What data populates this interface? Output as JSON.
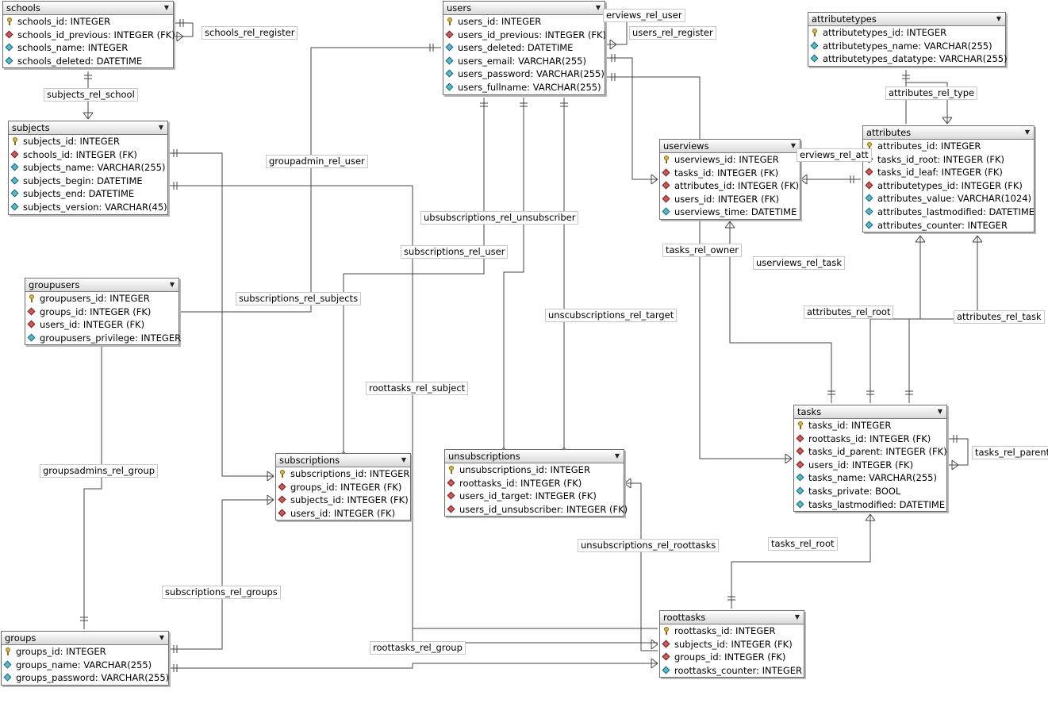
{
  "tables": [
    {
      "id": "schools",
      "name": "schools",
      "fields": [
        {
          "icon": "key",
          "text": "schools_id: INTEGER"
        },
        {
          "icon": "fk",
          "text": "schools_id_previous: INTEGER (FK)"
        },
        {
          "icon": "col",
          "text": "schools_name: INTEGER"
        },
        {
          "icon": "col",
          "text": "schools_deleted: DATETIME"
        }
      ]
    },
    {
      "id": "subjects",
      "name": "subjects",
      "fields": [
        {
          "icon": "key",
          "text": "subjects_id: INTEGER"
        },
        {
          "icon": "fk",
          "text": "schools_id: INTEGER (FK)"
        },
        {
          "icon": "col",
          "text": "subjects_name: VARCHAR(255)"
        },
        {
          "icon": "col",
          "text": "subjects_begin: DATETIME"
        },
        {
          "icon": "col",
          "text": "subjects_end: DATETIME"
        },
        {
          "icon": "col",
          "text": "subjects_version: VARCHAR(45)"
        }
      ]
    },
    {
      "id": "groupusers",
      "name": "groupusers",
      "fields": [
        {
          "icon": "key",
          "text": "groupusers_id: INTEGER"
        },
        {
          "icon": "fk",
          "text": "groups_id: INTEGER (FK)"
        },
        {
          "icon": "fk",
          "text": "users_id: INTEGER (FK)"
        },
        {
          "icon": "col",
          "text": "groupusers_privilege: INTEGER"
        }
      ]
    },
    {
      "id": "groups",
      "name": "groups",
      "fields": [
        {
          "icon": "key",
          "text": "groups_id: INTEGER"
        },
        {
          "icon": "col",
          "text": "groups_name: VARCHAR(255)"
        },
        {
          "icon": "col",
          "text": "groups_password: VARCHAR(255)"
        }
      ]
    },
    {
      "id": "users",
      "name": "users",
      "fields": [
        {
          "icon": "key",
          "text": "users_id: INTEGER"
        },
        {
          "icon": "fk",
          "text": "users_id_previous: INTEGER (FK)"
        },
        {
          "icon": "col",
          "text": "users_deleted: DATETIME"
        },
        {
          "icon": "col",
          "text": "users_email: VARCHAR(255)"
        },
        {
          "icon": "col",
          "text": "users_password: VARCHAR(255)"
        },
        {
          "icon": "col",
          "text": "users_fullname: VARCHAR(255)"
        }
      ]
    },
    {
      "id": "subscriptions",
      "name": "subscriptions",
      "fields": [
        {
          "icon": "key",
          "text": "subscriptions_id: INTEGER"
        },
        {
          "icon": "fk",
          "text": "groups_id: INTEGER (FK)"
        },
        {
          "icon": "fk",
          "text": "subjects_id: INTEGER (FK)"
        },
        {
          "icon": "fk",
          "text": "users_id: INTEGER (FK)"
        }
      ]
    },
    {
      "id": "unsubscriptions",
      "name": "unsubscriptions",
      "fields": [
        {
          "icon": "key",
          "text": "unsubscriptions_id: INTEGER"
        },
        {
          "icon": "fk",
          "text": "roottasks_id: INTEGER (FK)"
        },
        {
          "icon": "fk",
          "text": "users_id_target: INTEGER (FK)"
        },
        {
          "icon": "fk",
          "text": "users_id_unsubscriber: INTEGER (FK)"
        }
      ]
    },
    {
      "id": "attributetypes",
      "name": "attributetypes",
      "fields": [
        {
          "icon": "key",
          "text": "attributetypes_id: INTEGER"
        },
        {
          "icon": "col",
          "text": "attributetypes_name: VARCHAR(255)"
        },
        {
          "icon": "col",
          "text": "attributetypes_datatype: VARCHAR(255)"
        }
      ]
    },
    {
      "id": "userviews",
      "name": "userviews",
      "fields": [
        {
          "icon": "key",
          "text": "userviews_id: INTEGER"
        },
        {
          "icon": "fk",
          "text": "tasks_id: INTEGER (FK)"
        },
        {
          "icon": "fk",
          "text": "attributes_id: INTEGER (FK)"
        },
        {
          "icon": "fk",
          "text": "users_id: INTEGER (FK)"
        },
        {
          "icon": "col",
          "text": "userviews_time: DATETIME"
        }
      ]
    },
    {
      "id": "attributes",
      "name": "attributes",
      "fields": [
        {
          "icon": "key",
          "text": "attributes_id: INTEGER"
        },
        {
          "icon": "fk",
          "text": "tasks_id_root: INTEGER (FK)"
        },
        {
          "icon": "fk",
          "text": "tasks_id_leaf: INTEGER (FK)"
        },
        {
          "icon": "fk",
          "text": "attributetypes_id: INTEGER (FK)"
        },
        {
          "icon": "col",
          "text": "attributes_value: VARCHAR(1024)"
        },
        {
          "icon": "col",
          "text": "attributes_lastmodified: DATETIME"
        },
        {
          "icon": "col",
          "text": "attributes_counter: INTEGER"
        }
      ]
    },
    {
      "id": "tasks",
      "name": "tasks",
      "fields": [
        {
          "icon": "key",
          "text": "tasks_id: INTEGER"
        },
        {
          "icon": "fk",
          "text": "roottasks_id: INTEGER (FK)"
        },
        {
          "icon": "fk",
          "text": "tasks_id_parent: INTEGER (FK)"
        },
        {
          "icon": "fk",
          "text": "users_id: INTEGER (FK)"
        },
        {
          "icon": "col",
          "text": "tasks_name: VARCHAR(255)"
        },
        {
          "icon": "col",
          "text": "tasks_private: BOOL"
        },
        {
          "icon": "col",
          "text": "tasks_lastmodified: DATETIME"
        }
      ]
    },
    {
      "id": "roottasks",
      "name": "roottasks",
      "fields": [
        {
          "icon": "key",
          "text": "roottasks_id: INTEGER"
        },
        {
          "icon": "fk",
          "text": "subjects_id: INTEGER (FK)"
        },
        {
          "icon": "fk",
          "text": "groups_id: INTEGER (FK)"
        },
        {
          "icon": "col",
          "text": "roottasks_counter: INTEGER"
        }
      ]
    }
  ],
  "relations": {
    "schools_rel_register": "schools_rel_register",
    "subjects_rel_school": "subjects_rel_school",
    "groupadmin_rel_user": "groupadmin_rel_user",
    "subscriptions_rel_subjects": "subscriptions_rel_subjects",
    "groupsadmins_rel_group": "groupsadmins_rel_group",
    "subscriptions_rel_groups": "subscriptions_rel_groups",
    "roottasks_rel_group": "roottasks_rel_group",
    "roottasks_rel_subject": "roottasks_rel_subject",
    "subscriptions_rel_user": "subscriptions_rel_user",
    "ubsubscriptions_rel_unsubscriber": "ubsubscriptions_rel_unsubscriber",
    "unscubscriptions_rel_target": "unscubscriptions_rel_target",
    "unsubscriptions_rel_roottasks": "unsubscriptions_rel_roottasks",
    "userviews_rel_user": "erviews_rel_user",
    "users_rel_register": "users_rel_register",
    "userviews_rel_attr": "erviews_rel_att",
    "attributes_rel_type": "attributes_rel_type",
    "tasks_rel_owner": "tasks_rel_owner",
    "userviews_rel_task": "userviews_rel_task",
    "attributes_rel_root": "attributes_rel_root",
    "attributes_rel_task": "attributes_rel_task",
    "tasks_rel_parent": "tasks_rel_parent",
    "tasks_rel_root": "tasks_rel_root"
  },
  "colors": {
    "line": "#444444",
    "table_border": "#6d6d6d",
    "header_top": "#ffffff",
    "header_bottom": "#d9d9d9"
  }
}
